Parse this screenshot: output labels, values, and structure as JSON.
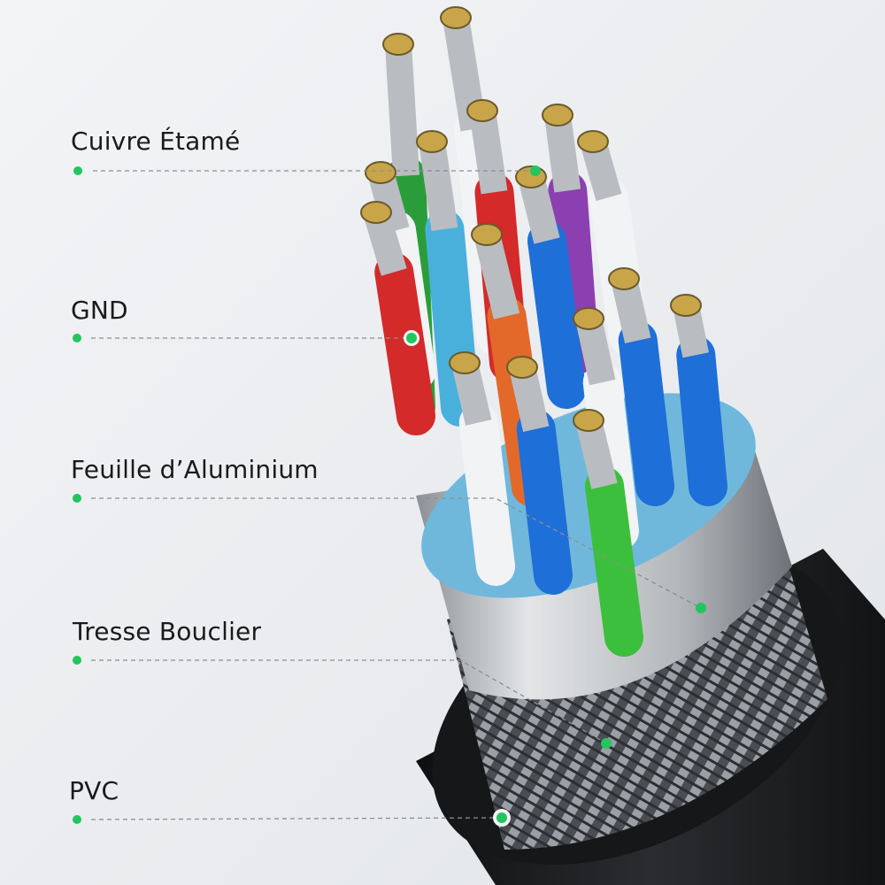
{
  "labels": [
    {
      "id": "cuivre",
      "text": "Cuivre Étamé"
    },
    {
      "id": "gnd",
      "text": "GND"
    },
    {
      "id": "feuille",
      "text": "Feuille d’Aluminium"
    },
    {
      "id": "tresse",
      "text": "Tresse Bouclier"
    },
    {
      "id": "pvc",
      "text": "PVC"
    }
  ],
  "colors": {
    "marker": "#22c55e",
    "leader": "#8a8f96",
    "jacket": "#1b1c1e",
    "foil": "#b9bcc0",
    "inner_shield": "#7cc4e6"
  }
}
